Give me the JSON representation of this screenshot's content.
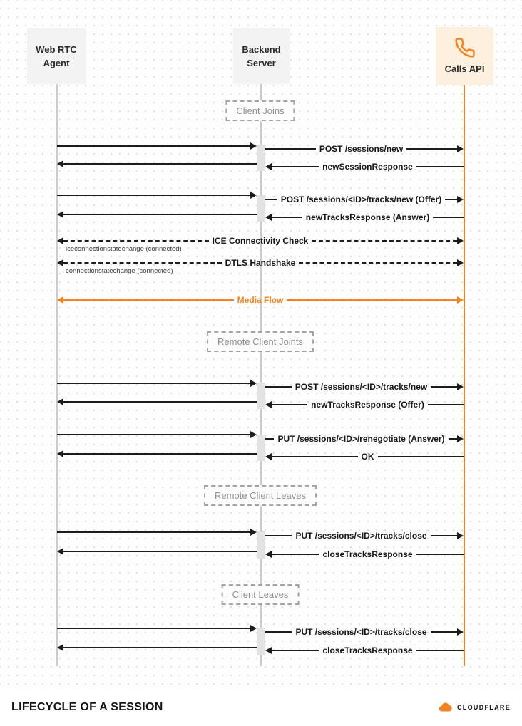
{
  "actors": {
    "webrtc": "Web RTC\nAgent",
    "backend": "Backend\nServer",
    "calls": "Calls API"
  },
  "sections": {
    "client_joins": "Client Joins",
    "remote_client_joins": "Remote Client Joints",
    "remote_client_leaves": "Remote Client Leaves",
    "client_leaves": "Client Leaves"
  },
  "messages": {
    "post_sessions_new": "POST /sessions/new",
    "new_session_response": "newSessionResponse",
    "post_tracks_new_offer": "POST /sessions/<ID>/tracks/new (Offer)",
    "new_tracks_response_answer": "newTracksResponse (Answer)",
    "ice_check": "ICE Connectivity Check",
    "ice_event": "iceconnectionstatechange (connected)",
    "dtls_handshake": "DTLS Handshake",
    "dtls_event": "connectionstatechange (connected)",
    "media_flow": "Media Flow",
    "post_tracks_new": "POST /sessions/<ID>/tracks/new",
    "new_tracks_response_offer": "newTracksResponse (Offer)",
    "put_renegotiate": "PUT /sessions/<ID>/renegotiate (Answer)",
    "ok": "OK",
    "put_tracks_close": "PUT /sessions/<ID>/tracks/close",
    "close_tracks_response": "closeTracksResponse"
  },
  "footer": {
    "title": "LIFECYCLE OF A SESSION",
    "brand": "CLOUDFLARE"
  },
  "colors": {
    "accent": "#f6821f",
    "arrow": "#1c1c1c"
  }
}
